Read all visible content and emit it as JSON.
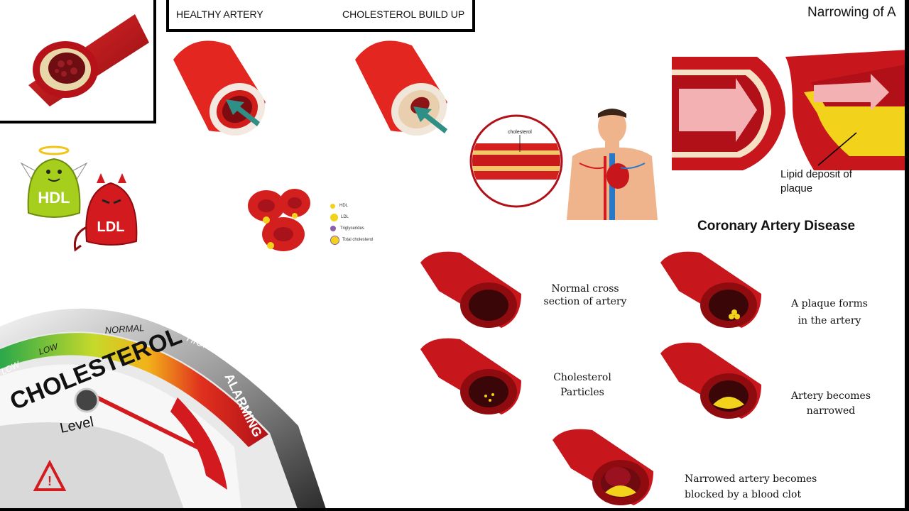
{
  "comparison_box": {
    "left_label": "HEALTHY ARTERY",
    "right_label": "CHOLESTEROL BUILD UP"
  },
  "narrowing_title": "Narrowing of A",
  "body_diagram": {
    "inset_label": "cholesterol"
  },
  "lipid_caption": "Lipid deposit of plaque",
  "lipid_caption_lines": [
    "Lipid deposit of",
    "plaque"
  ],
  "cad": {
    "title": "Coronary Artery Disease",
    "steps": [
      {
        "lines": [
          "Normal cross",
          "section of artery"
        ]
      },
      {
        "lines": [
          "A plaque forms",
          "in the artery"
        ]
      },
      {
        "lines": [
          "Cholesterol",
          "Particles"
        ]
      },
      {
        "lines": [
          "Artery becomes",
          "narrowed"
        ]
      },
      {
        "lines": [
          "Narrowed artery becomes",
          "blocked by a blood clot"
        ]
      }
    ]
  },
  "lipid_legend": [
    "HDL",
    "LDL",
    "Triglycerides",
    "Total cholesterol"
  ],
  "characters": {
    "good": "HDL",
    "bad": "LDL"
  },
  "gauge": {
    "title": "CHOLESTEROL",
    "sub": "Level",
    "zones": [
      "LOW",
      "LOW",
      "NORMAL",
      "HIGH",
      "ALARMING"
    ]
  },
  "colors": {
    "artery_red": "#c8161d",
    "artery_dark": "#7a0a0e",
    "plaque_yellow": "#f2d21a",
    "arrow_teal": "#2e8f86",
    "hdl_green": "#a6cf1d",
    "ldl_red": "#d21a1f"
  }
}
